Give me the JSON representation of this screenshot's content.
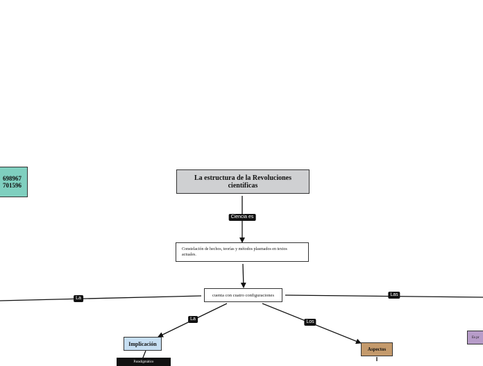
{
  "diagram": {
    "title": "La estructura de la Revoluciones científicas",
    "definition": "Constelación de hechos, teorías y métodos plasmados en textos actuales.",
    "configurations": "cuenta con cuatro configuraciones",
    "implication": "Implicación",
    "aspects": "Aspectos",
    "left_node": "698967\n701596",
    "right_node": "Es pr",
    "bottom_node": "Paradigmático"
  },
  "edge_labels": {
    "ciencia_es": "Ciencia es",
    "la_left": "La",
    "las_right": "Las",
    "la_lower": "La",
    "los_lower": "Los"
  },
  "colors": {
    "title_fill": "#cfd0d2",
    "implication_fill": "#c6def2",
    "aspects_fill": "#c49a6c",
    "left_fill": "#7fcfbf",
    "right_fill": "#b79cc9",
    "label_fill": "#111111"
  }
}
